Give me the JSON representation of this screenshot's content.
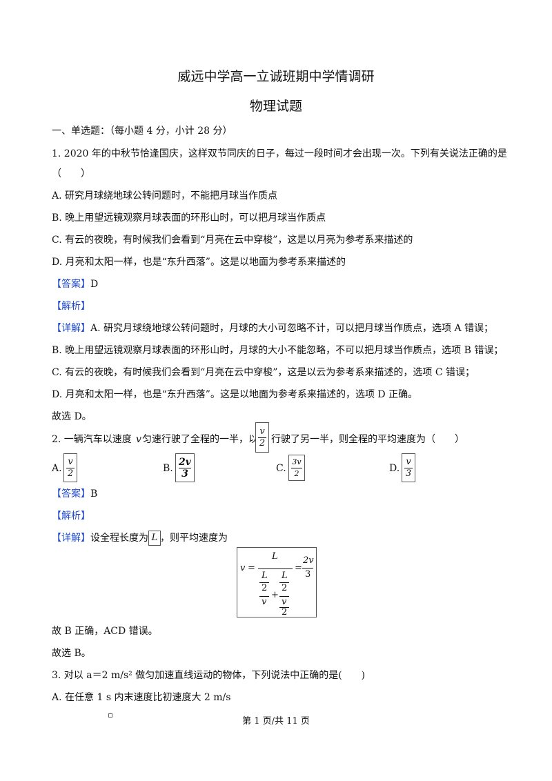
{
  "header": {
    "title": "威远中学高一立诚班期中学情调研",
    "subtitle": "物理试题"
  },
  "section": {
    "heading": "一、单选题：（每小题  4 分，小计  28 分）"
  },
  "q1": {
    "stem": "1. 2020 年的中秋节恰逢国庆，这样双节同庆的日子，每过一段时间才会出现一次。下列有关说法正确的是",
    "paren": "（　　）",
    "options": [
      "A.  研究月球绕地球公转问题时，不能把月球当作质点",
      "B.  晚上用望远镜观察月球表面的环形山时，可以把月球当作质点",
      "C.  有云的夜晚，有时候我们会看到“月亮在云中穿梭”，这是以月亮为参考系来描述的",
      "D.  月亮和太阳一样，也是“东升西落”。这是以地面为参考系来描述的"
    ],
    "answer_tag": "【答案】",
    "answer": "D",
    "analysis_tag": "【解析】",
    "detail_tag": "【详解】",
    "detail": [
      "A. 研究月球绕地球公转问题时，月球的大小可忽略不计，可以把月球当作质点，选项  A 错误；",
      "B.  晚上用望远镜观察月球表面的环形山时，月球的大小不能忽略，不可以把月球当作质点，选项  B 错误；",
      "C.  有云的夜晚，有时候我们会看到“月亮在云中穿梭”，这是以云为参考系来描述的，选项  C 错误；",
      "D.  月亮和太阳一样，也是“东升西落”。这是以地面为参考系来描述的，选项  D 正确。"
    ],
    "conclusion": "故选  D。"
  },
  "q2": {
    "stem_a": "2.  一辆汽车以速度  ",
    "var_v": "v",
    "stem_b": " 匀速行驶了全程的一半，以",
    "stem_c": " 行驶了另一半，则全程的平均速度为（　　）",
    "frac_stem": {
      "num": "v",
      "den": "2"
    },
    "options": [
      {
        "label": "A.",
        "num": "v",
        "den": "2"
      },
      {
        "label": "B.",
        "num": "2v",
        "den": "3"
      },
      {
        "label": "C.",
        "num": "3v",
        "den": "2"
      },
      {
        "label": "D.",
        "num": "v",
        "den": "3"
      }
    ],
    "answer_tag": "【答案】",
    "answer": "B",
    "analysis_tag": "【解析】",
    "detail_tag": "【详解】",
    "detail_a": "设全程长度为",
    "var_L": "L",
    "detail_b": "，则平均速度为",
    "formula": {
      "lhs": "v",
      "eq": "=",
      "L": "L",
      "half": "2",
      "v": "v",
      "plus": "+",
      "rhs_num": "2v",
      "rhs_den": "3"
    },
    "after": "故  B 正确，ACD 错误。",
    "conclusion": "故选  B。"
  },
  "q3": {
    "stem": "3.  对以  a＝2 m/s² 做匀加速直线运动的物体，下列说法中正确的是(　　)",
    "optionA": "A.  在任意  1 s 内末速度比初速度大  2 m/s"
  },
  "footer": {
    "page": "第  1 页/共  11 页"
  }
}
